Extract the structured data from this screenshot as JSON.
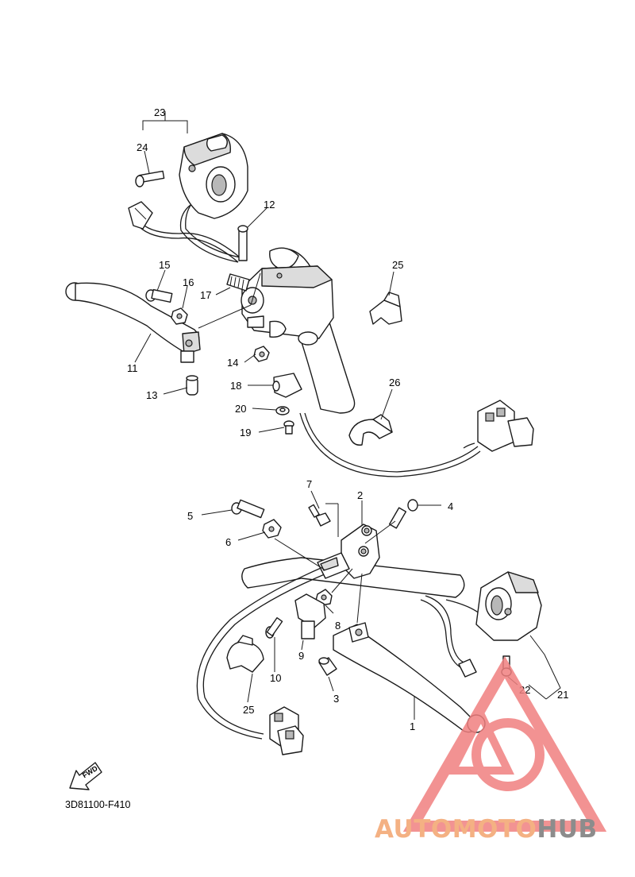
{
  "diagram": {
    "code": "3D81100-F410",
    "fwd_label": "FWD",
    "callouts": {
      "c1": "1",
      "c2": "2",
      "c3": "3",
      "c4": "4",
      "c5": "5",
      "c6": "6",
      "c7": "7",
      "c8": "8",
      "c9": "9",
      "c10": "10",
      "c11": "11",
      "c12": "12",
      "c13": "13",
      "c14": "14",
      "c15": "15",
      "c16": "16",
      "c17": "17",
      "c18": "18",
      "c19": "19",
      "c20": "20",
      "c21": "21",
      "c22": "22",
      "c23": "23",
      "c24": "24",
      "c25a": "25",
      "c25b": "25",
      "c26": "26"
    }
  },
  "watermark": {
    "part1": "AUTOMOTO",
    "part2": "HUB",
    "color1": "#f4b183",
    "color2": "#8c8c8c",
    "logo_color": "#f08080"
  }
}
